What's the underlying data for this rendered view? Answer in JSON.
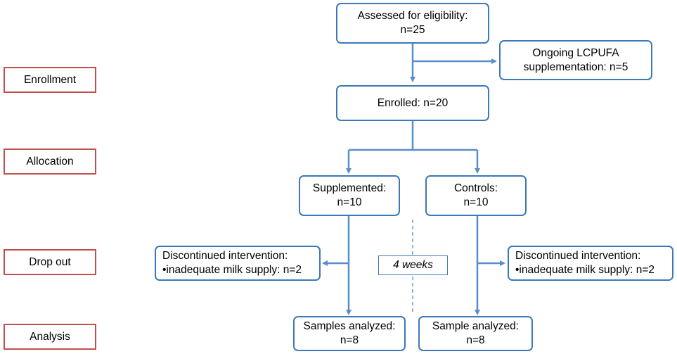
{
  "stages": {
    "enrollment": "Enrollment",
    "allocation": "Allocation",
    "dropout": "Drop out",
    "analysis": "Analysis"
  },
  "boxes": {
    "assessed": {
      "line1": "Assessed for eligibility:",
      "line2": "n=25"
    },
    "excluded": {
      "line1": "Ongoing LCPUFA",
      "line2": "supplementation: n=5"
    },
    "enrolled": {
      "line1": "Enrolled: n=20"
    },
    "supplemented": {
      "line1": "Supplemented:",
      "line2": "n=10"
    },
    "controls": {
      "line1": "Controls:",
      "line2": "n=10"
    },
    "dropout_left": {
      "line1": "Discontinued intervention:",
      "line2": "•inadequate milk supply: n=2"
    },
    "dropout_right": {
      "line1": "Discontinued intervention:",
      "line2": "•inadequate milk supply: n=2"
    },
    "analyzed_left": {
      "line1": "Samples analyzed:",
      "line2": "n=8"
    },
    "analyzed_right": {
      "line1": "Sample analyzed:",
      "line2": "n=8"
    }
  },
  "duration_label": "4 weeks",
  "colors": {
    "flow_box_border": "#3d78b8",
    "stage_box_border": "#c0504d",
    "arrow": "#5b8ec9"
  }
}
